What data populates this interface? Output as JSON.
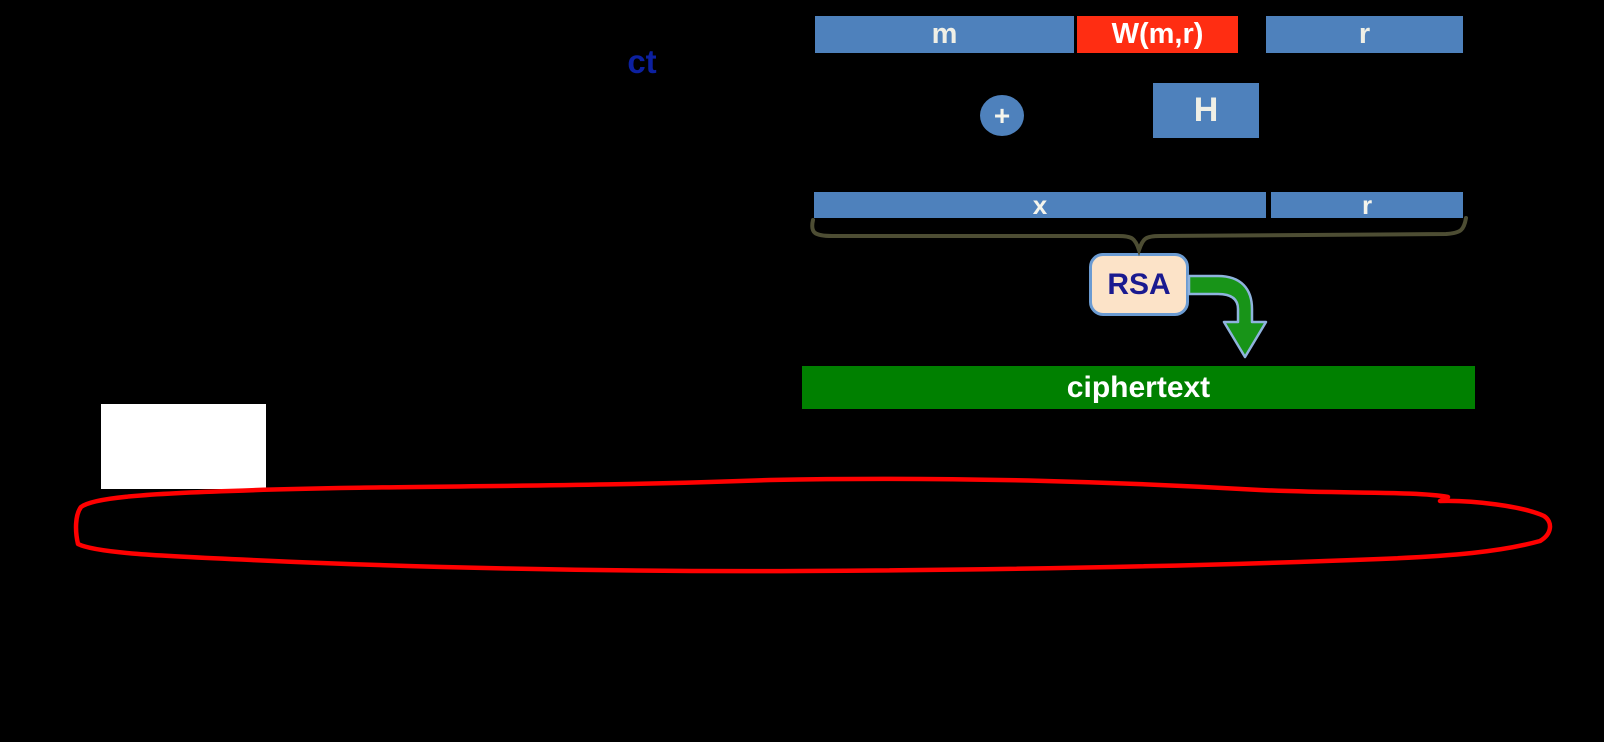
{
  "diagram": {
    "description": "RSA-OAEP style encryption diagram on black slide",
    "labels": {
      "ct": "ct",
      "m": "m",
      "w": "W(m,r)",
      "r_top": "r",
      "plus": "+",
      "h": "H",
      "x": "x",
      "r_bottom": "r",
      "rsa": "RSA",
      "ciphertext": "ciphertext"
    },
    "colors": {
      "background": "#000000",
      "bar_blue": "#4E81BC",
      "w_red": "#FF2D12",
      "label_text": "#EFEFE6",
      "ct_text": "#0C20A0",
      "brace_olive": "#4D4D33",
      "rsa_fill": "#FCE3C8",
      "rsa_border": "#6B9BD2",
      "rsa_text": "#1A1A90",
      "arrow_green": "#189418",
      "arrow_outline": "#8FB3DD",
      "ciphertext_green": "#008000",
      "white_box": "#FFFFFF",
      "annotation_red": "#FF0000"
    }
  }
}
